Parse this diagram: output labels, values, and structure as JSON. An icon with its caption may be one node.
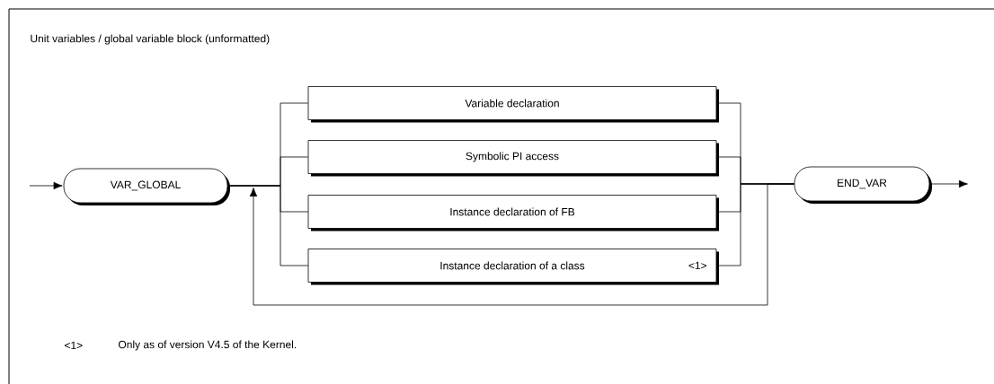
{
  "diagram": {
    "nodes": [
      {
        "text": [
          "Unit variables / global variable block (unformatted)"
        ]
      },
      {
        "text": [
          "VAR_GLOBAL"
        ],
        "in": 0
      },
      {
        "text": [
          "Variable declaration"
        ],
        "in": 0
      },
      {
        "text": [
          "Symbolic PI access"
        ],
        "in": 0
      },
      {
        "text": [
          "Instance declaration of FB"
        ],
        "in": 0
      },
      {
        "text": [
          "Instance declaration of a class",
          "<1>"
        ],
        "in": 0
      },
      {
        "text": [
          "END_VAR"
        ],
        "in": 0
      }
    ],
    "edges": [
      {
        "from": null,
        "to": 1,
        "arrow": "to"
      },
      {
        "from": 1,
        "to": 2,
        "arrow": "none"
      },
      {
        "from": 1,
        "to": 3,
        "arrow": "none"
      },
      {
        "from": 1,
        "to": 4,
        "arrow": "none"
      },
      {
        "from": 1,
        "to": 5,
        "arrow": "none"
      },
      {
        "from": 2,
        "to": 6,
        "arrow": "none"
      },
      {
        "from": 3,
        "to": 6,
        "arrow": "none"
      },
      {
        "from": 4,
        "to": 6,
        "arrow": "none"
      },
      {
        "from": 5,
        "to": 6,
        "arrow": "none"
      },
      {
        "from": 6,
        "to": 1,
        "arrow": "to"
      },
      {
        "from": 6,
        "to": null,
        "arrow": "to"
      }
    ],
    "labels": [
      "<1>",
      "Only as of version V4.5 of the Kernel."
    ]
  }
}
